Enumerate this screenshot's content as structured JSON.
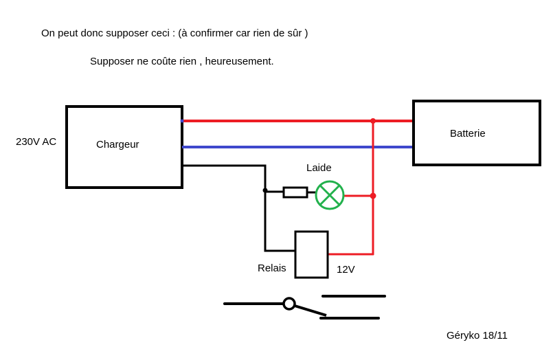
{
  "header": {
    "line1": "On peut donc supposer ceci : (à confirmer car rien de sûr )",
    "line2": "Supposer ne coûte rien , heureusement."
  },
  "components": {
    "charger": {
      "label": "Chargeur",
      "input_label": "230V AC"
    },
    "battery": {
      "label": "Batterie"
    },
    "lamp": {
      "label": "Laide"
    },
    "relay": {
      "label": "Relais",
      "voltage_label": "12V"
    }
  },
  "signature": "Géryko 18/11",
  "colors": {
    "positive_wire": "#ed1c24",
    "negative_wire": "#3f48cc",
    "signal_wire": "#000000",
    "lamp": "#22b14c"
  }
}
